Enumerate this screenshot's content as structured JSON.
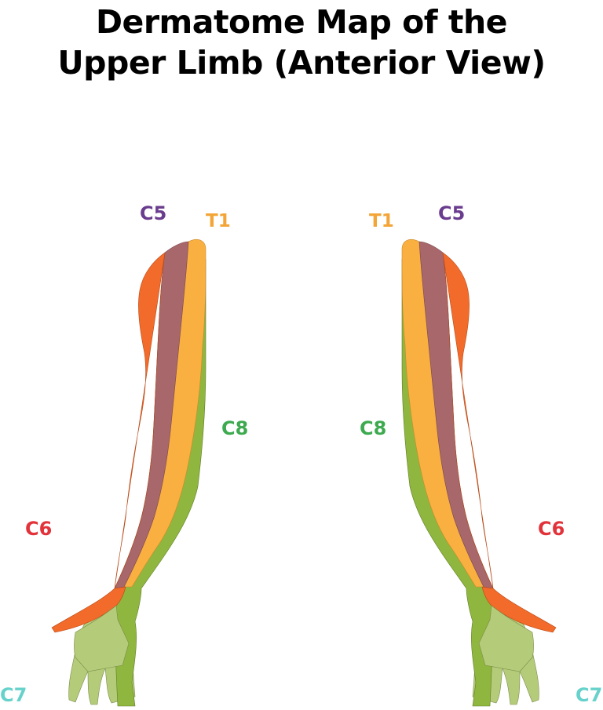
{
  "title": {
    "line1": "Dermatome Map of the",
    "line2": "Upper Limb (Anterior View)"
  },
  "labels": {
    "c5": "C5",
    "t1": "T1",
    "c8": "C8",
    "c6": "C6",
    "c7": "C7"
  },
  "colors": {
    "c5": "#A7676B",
    "c5_label": "#6A3C8E",
    "t1": "#F9B040",
    "t1_label": "#F3A537",
    "c8": "#8FB63E",
    "c8_label": "#3DAA4F",
    "c6": "#F26B2A",
    "c6_label": "#E2323A",
    "c7": "#B4CC7A",
    "c7_label": "#67D1CB"
  }
}
